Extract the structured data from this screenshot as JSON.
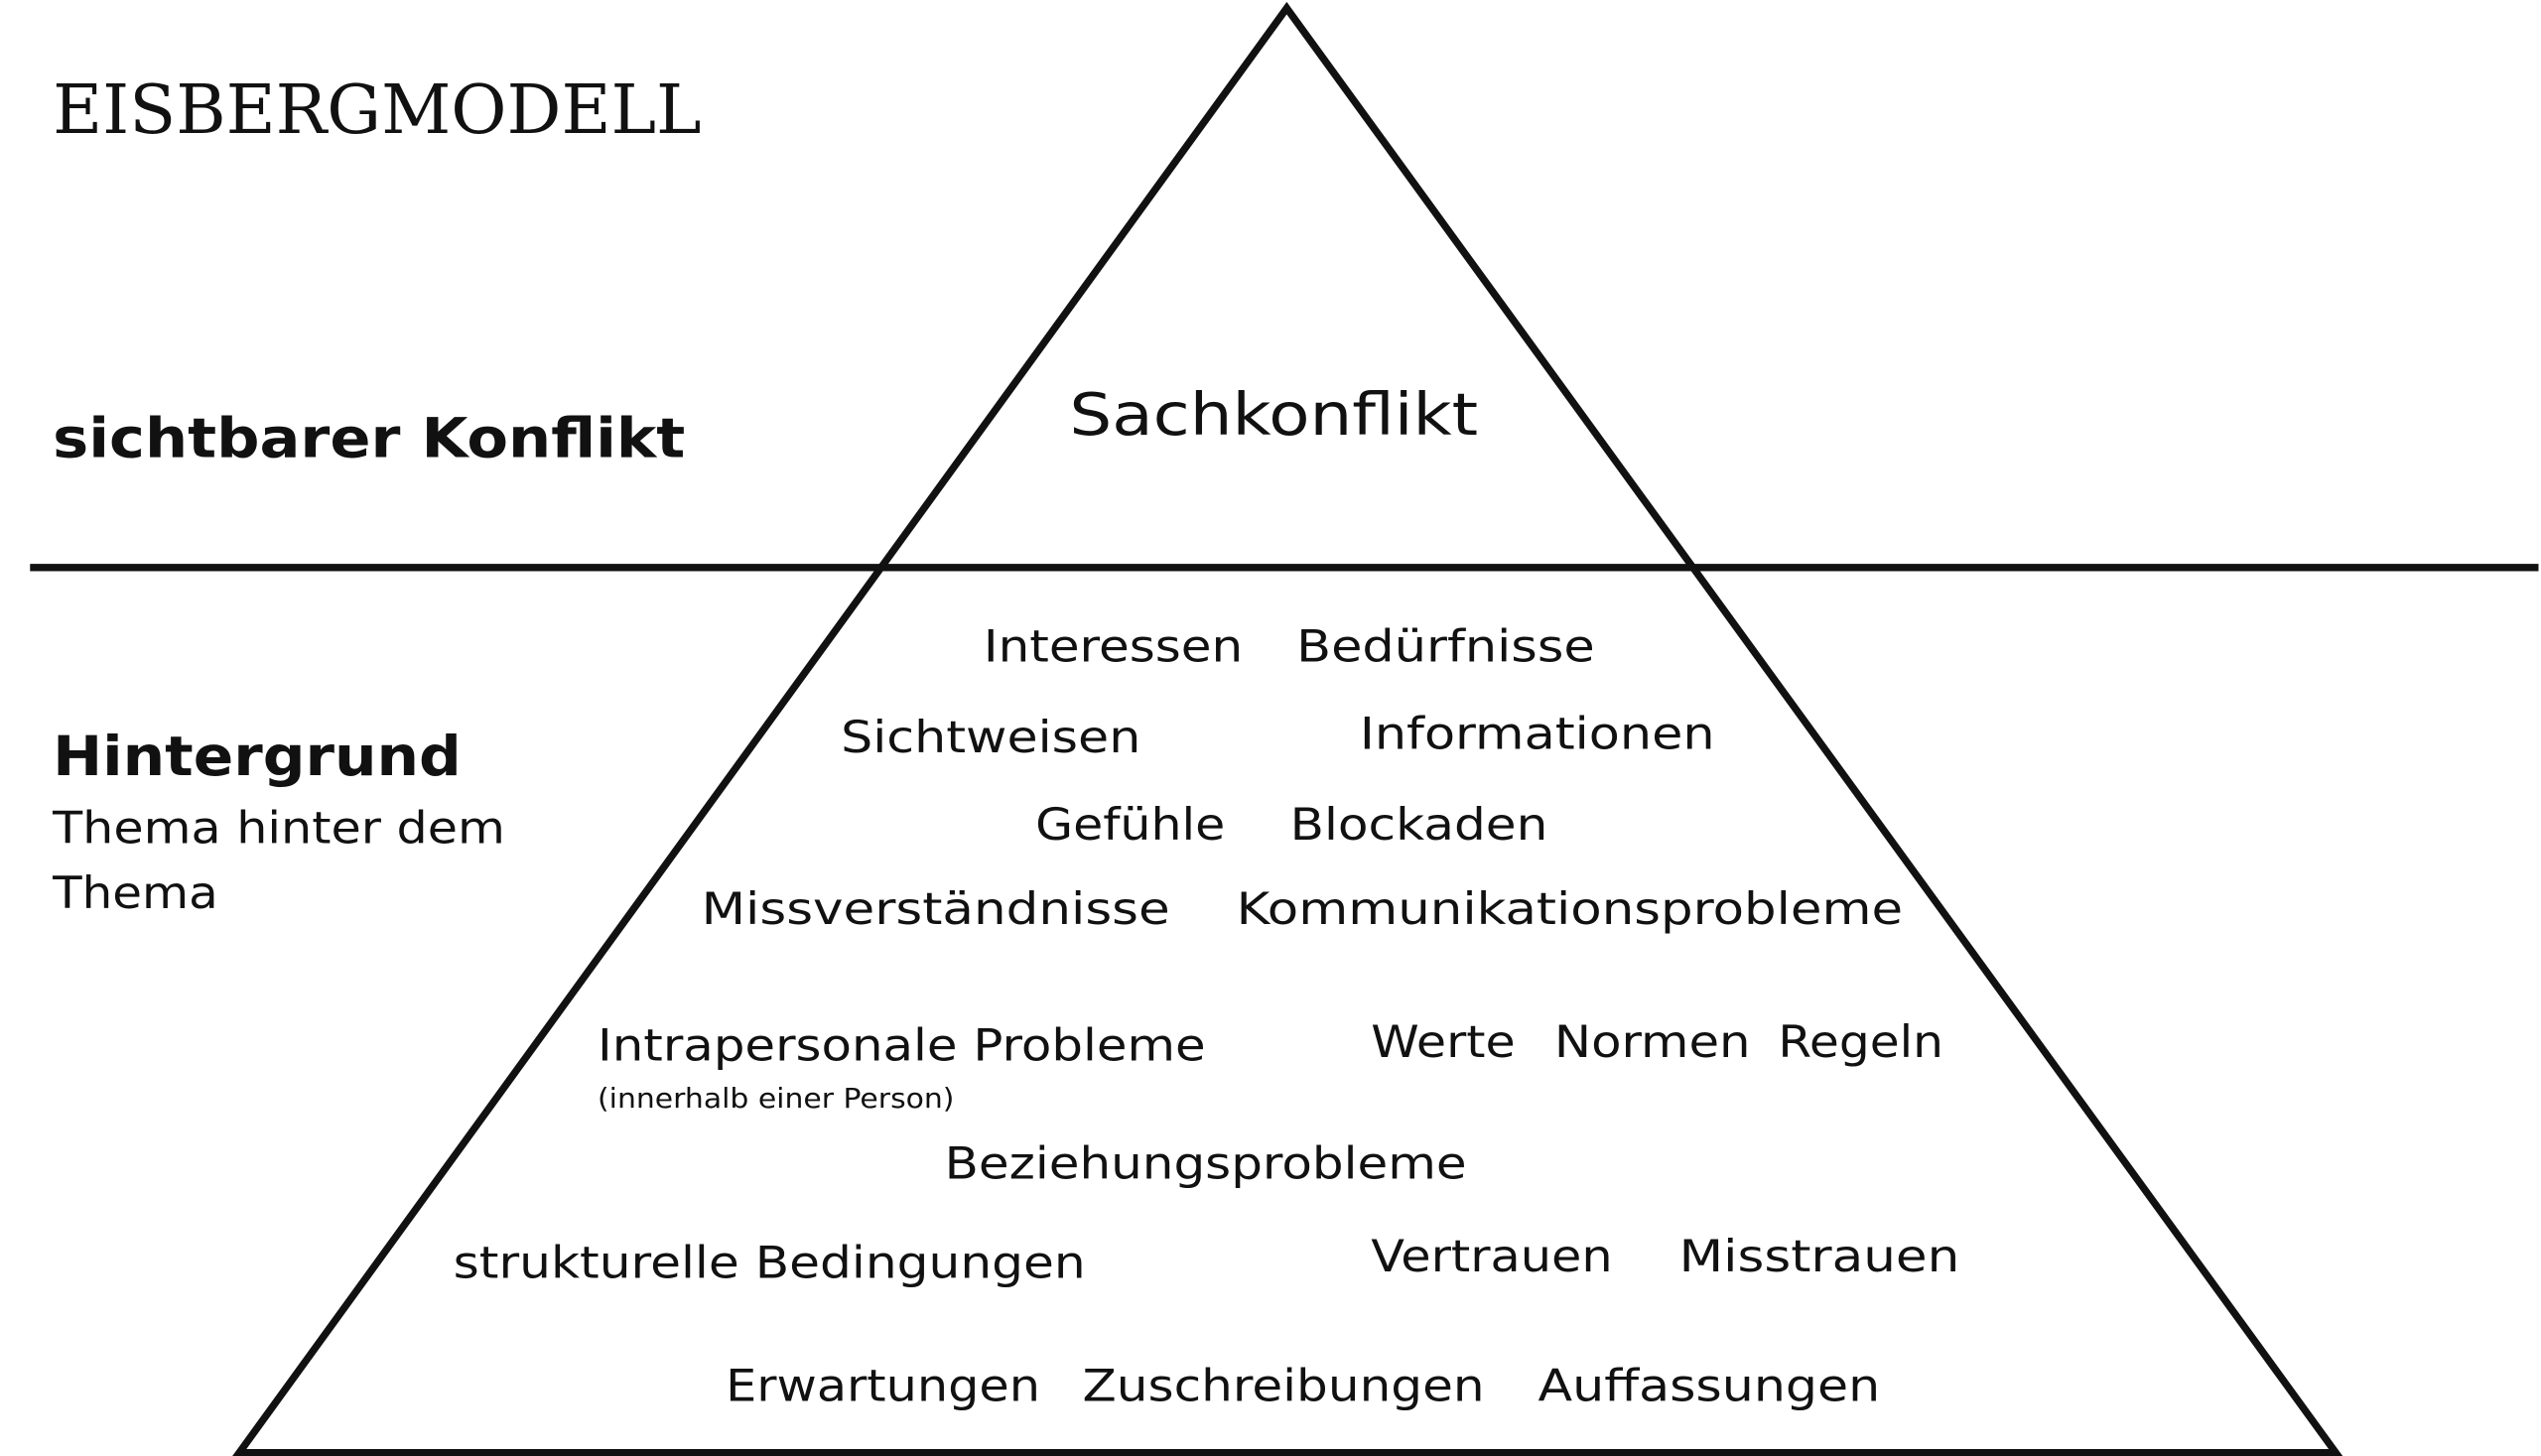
{
  "title": "EISBERGMODELL",
  "colors": {
    "line": "#111111",
    "background": "#ffffff"
  },
  "left_labels": {
    "visible": "sichtbarer Konflikt",
    "background_title": "Hintergrund",
    "background_sub_line1": "Thema hinter dem",
    "background_sub_line2": "Thema"
  },
  "tip": {
    "label": "Sachkonflikt"
  },
  "hidden_items": {
    "interessen": "Interessen",
    "beduerfnisse": "Bedürfnisse",
    "sichtweisen": "Sichtweisen",
    "informationen": "Informationen",
    "gefuehle": "Gefühle",
    "blockaden": "Blockaden",
    "missverstaendnisse": "Missverständnisse",
    "kommunikationsprobleme": "Kommunikationsprobleme",
    "intrapersonale": "Intrapersonale Probleme",
    "intrapersonale_note": "(innerhalb einer Person)",
    "werte": "Werte",
    "normen": "Normen",
    "regeln": "Regeln",
    "beziehungsprobleme": "Beziehungsprobleme",
    "strukturelle": "strukturelle Bedingungen",
    "vertrauen": "Vertrauen",
    "misstrauen": "Misstrauen",
    "erwartungen": "Erwartungen",
    "zuschreibungen": "Zuschreibungen",
    "auffassungen": "Auffassungen"
  }
}
